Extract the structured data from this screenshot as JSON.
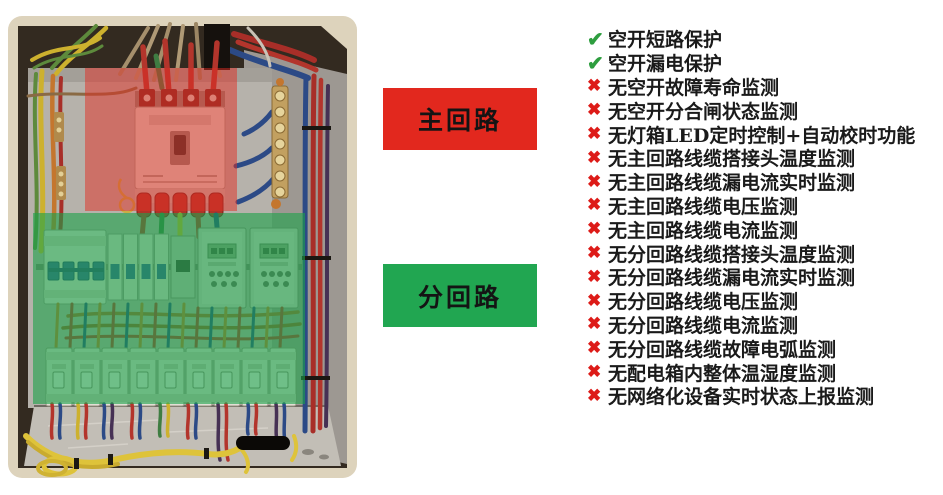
{
  "colors": {
    "check_green": "#2e9e3f",
    "cross_red": "#dd1b18",
    "main_label_bg": "#e2281e",
    "branch_label_bg": "#21a651",
    "main_overlay": "rgba(225,45,35,0.50)",
    "branch_overlay": "rgba(26,162,74,0.60)",
    "label_text": "#141414",
    "list_text": "#1a1a1a"
  },
  "icons": {
    "check_glyph": "✔",
    "cross_glyph": "✖"
  },
  "labels": {
    "main_circuit": "主回路",
    "branch_circuit": "分回路"
  },
  "checklist": {
    "items": [
      {
        "mark": "check",
        "text": "空开短路保护"
      },
      {
        "mark": "check",
        "text": "空开漏电保护"
      },
      {
        "mark": "cross",
        "text": "无空开故障寿命监测"
      },
      {
        "mark": "cross",
        "text": "无空开分合闸状态监测"
      },
      {
        "mark": "cross",
        "text": "无灯箱LED定时控制+自动校时功能"
      },
      {
        "mark": "cross",
        "text": "无主回路线缆搭接头温度监测"
      },
      {
        "mark": "cross",
        "text": "无主回路线缆漏电流实时监测"
      },
      {
        "mark": "cross",
        "text": "无主回路线缆电压监测"
      },
      {
        "mark": "cross",
        "text": "无主回路线缆电流监测"
      },
      {
        "mark": "cross",
        "text": "无分回路线缆搭接头温度监测"
      },
      {
        "mark": "cross",
        "text": "无分回路线缆漏电流实时监测"
      },
      {
        "mark": "cross",
        "text": "无分回路线缆电压监测"
      },
      {
        "mark": "cross",
        "text": "无分回路线缆电流监测"
      },
      {
        "mark": "cross",
        "text": "无分回路线缆故障电弧监测"
      },
      {
        "mark": "cross",
        "text": "无配电箱内整体温湿度监测"
      },
      {
        "mark": "cross",
        "text": "无网络化设备实时状态上报监测"
      }
    ]
  }
}
